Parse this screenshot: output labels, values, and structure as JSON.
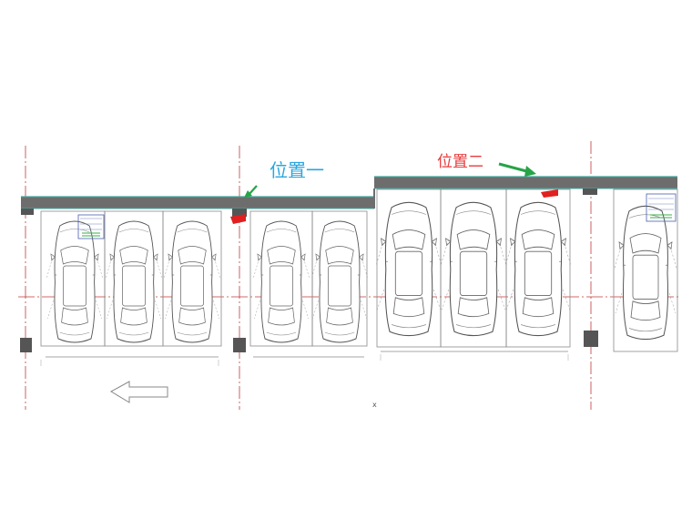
{
  "labels": {
    "position1": "位置一",
    "position2": "位置二",
    "cross_mark": "x"
  },
  "colors": {
    "label1": "#2aa6e0",
    "label2": "#e83a3a",
    "beam": "#6d6d6d",
    "beam_edge": "#48a9a0",
    "arrow_green": "#27a447",
    "marker_red": "#e12020",
    "axis_red": "#d13a3a",
    "line": "#7a7a7a",
    "column": "#555555"
  },
  "sections": [
    {
      "name": "section-1",
      "bays": 5
    },
    {
      "name": "section-2",
      "bays": 3
    },
    {
      "name": "section-3",
      "bays": 1
    }
  ],
  "icons": {
    "direction_arrow": "left-arrow-icon",
    "indicator": "green-arrow-icon",
    "marker": "red-marker-icon"
  }
}
